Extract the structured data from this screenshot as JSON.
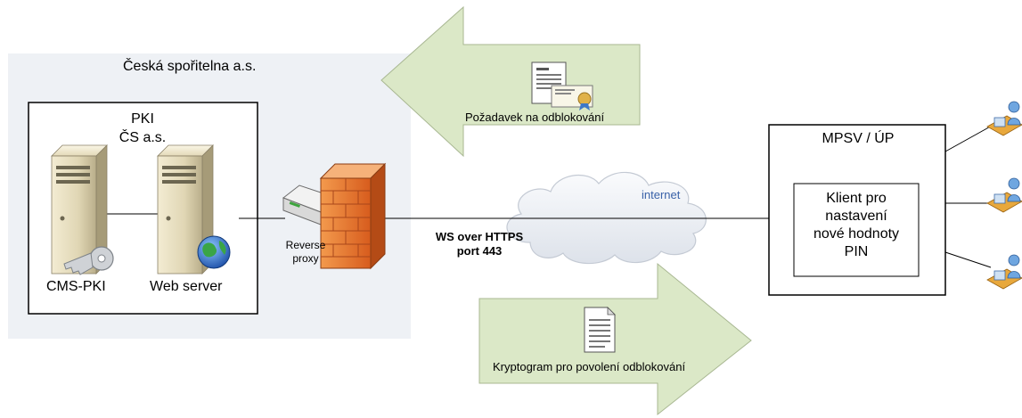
{
  "org_label": "Česká spořitelna a.s.",
  "pki_label_line1": "PKI",
  "pki_label_line2": "ČS a.s.",
  "cms_pki_label": "CMS-PKI",
  "web_server_label": "Web server",
  "reverse_proxy_line1": "Reverse",
  "reverse_proxy_line2": "proxy",
  "internet_label": "internet",
  "ws_line1": "WS over HTTPS",
  "ws_line2": "port 443",
  "request_label": "Požadavek na odblokování",
  "cryptogram_label": "Kryptogram pro povolení odblokování",
  "mpsv_label": "MPSV / ÚP",
  "client_text": [
    "Klient pro",
    "nastavení",
    "nové hodnoty",
    "PIN"
  ],
  "colors": {
    "cs_area": "#eef1f5",
    "arrow_fill": "#dbe8c7",
    "internet_text": "#3a62a8",
    "firewall": "#e8742c"
  },
  "icons": [
    "server-icon",
    "key-icon",
    "globe-icon",
    "proxy-device-icon",
    "firewall-icon",
    "cloud-icon",
    "certificate-icon",
    "document-icon",
    "user-workstation-icon"
  ]
}
